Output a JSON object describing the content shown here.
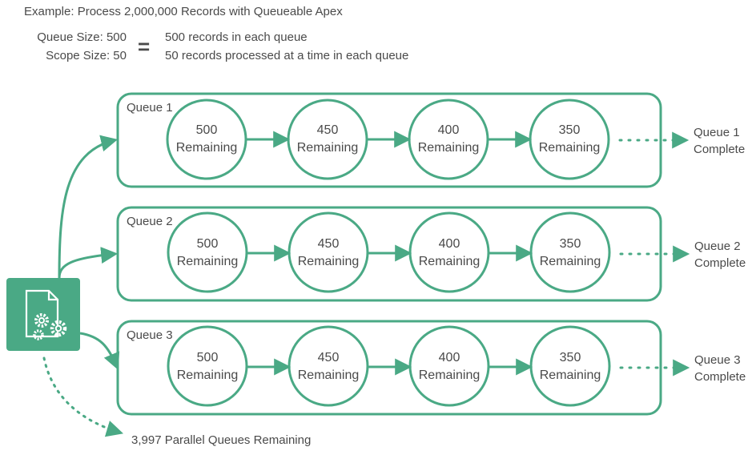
{
  "title": "Example: Process 2,000,000 Records with Queueable Apex",
  "definition": {
    "queue_size_label": "Queue Size: 500",
    "scope_size_label": "Scope Size: 50",
    "equals_symbol": "=",
    "queue_size_meaning": "500 records in each queue",
    "scope_size_meaning": "50 records processed at a time in each queue"
  },
  "queues": [
    {
      "label": "Queue 1",
      "steps": [
        {
          "count": "500",
          "text": "Remaining"
        },
        {
          "count": "450",
          "text": "Remaining"
        },
        {
          "count": "400",
          "text": "Remaining"
        },
        {
          "count": "350",
          "text": "Remaining"
        }
      ],
      "complete_line1": "Queue 1",
      "complete_line2": "Complete"
    },
    {
      "label": "Queue 2",
      "steps": [
        {
          "count": "500",
          "text": "Remaining"
        },
        {
          "count": "450",
          "text": "Remaining"
        },
        {
          "count": "400",
          "text": "Remaining"
        },
        {
          "count": "350",
          "text": "Remaining"
        }
      ],
      "complete_line1": "Queue 2",
      "complete_line2": "Complete"
    },
    {
      "label": "Queue 3",
      "steps": [
        {
          "count": "500",
          "text": "Remaining"
        },
        {
          "count": "450",
          "text": "Remaining"
        },
        {
          "count": "400",
          "text": "Remaining"
        },
        {
          "count": "350",
          "text": "Remaining"
        }
      ],
      "complete_line1": "Queue 3",
      "complete_line2": "Complete"
    }
  ],
  "remaining_queues_label": "3,997 Parallel Queues Remaining",
  "source_icon": "document-gears-icon",
  "colors": {
    "accent": "#4aa985",
    "text": "#4a4a4a",
    "icon_bg": "#4aa985"
  }
}
